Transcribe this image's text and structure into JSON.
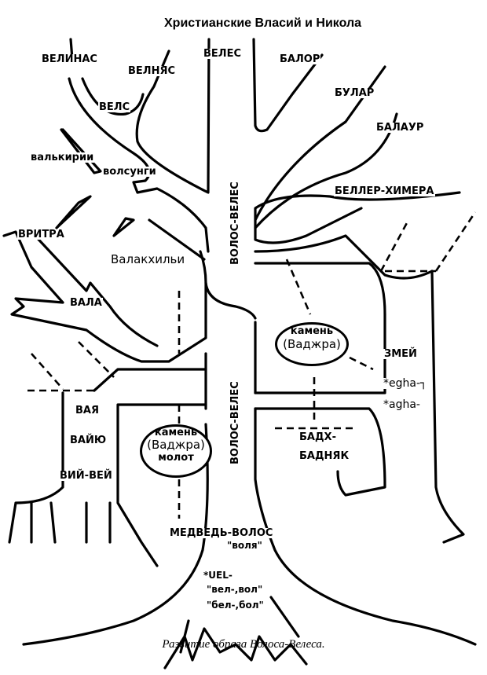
{
  "title": "Христианские Власий и Никола",
  "labels": {
    "velinas": "ВЕЛИНАС",
    "velnyas": "ВЕЛНЯС",
    "veles": "ВЕЛЕС",
    "balor": "БАЛОР",
    "bular": "БУЛАР",
    "balaur": "БАЛАУР",
    "vels": "ВЕЛС",
    "valkyries": "валькирии",
    "volsungi": "волсунги",
    "beller_chimera": "БЕЛЛЕР-ХИМЕРА",
    "volos_veles_upper": "ВОЛОС-ВЕЛЕС",
    "vritra": "ВРИТРА",
    "valakhilya": "Валакхильи",
    "vala": "ВАЛА",
    "zmei": "ЗМЕЙ",
    "egha": "*egha-┐",
    "agha": "*agha-",
    "volos_veles_lower": "ВОЛОС-ВЕЛЕС",
    "vaya": "ВАЯ",
    "vayu": "ВАЙЮ",
    "badh": "БАДХ-",
    "badnyak": "БАДНЯК",
    "viy_vey": "ВИЙ-ВЕЙ",
    "medved_volos": "МЕДВЕДЬ-ВОЛОС",
    "volya": "\"воля\"",
    "uel": "*UEL-",
    "vel_vol": "\"вел-,вол\"",
    "bel_bol": "\"бел-,бол\""
  },
  "stone_upper": {
    "line1": "камень",
    "line2": "(Ваджра)"
  },
  "stone_lower": {
    "line1": "камень",
    "line2": "(Ваджра)",
    "line3": "молот"
  },
  "caption": "Развитие образа Волоса-Велеса."
}
